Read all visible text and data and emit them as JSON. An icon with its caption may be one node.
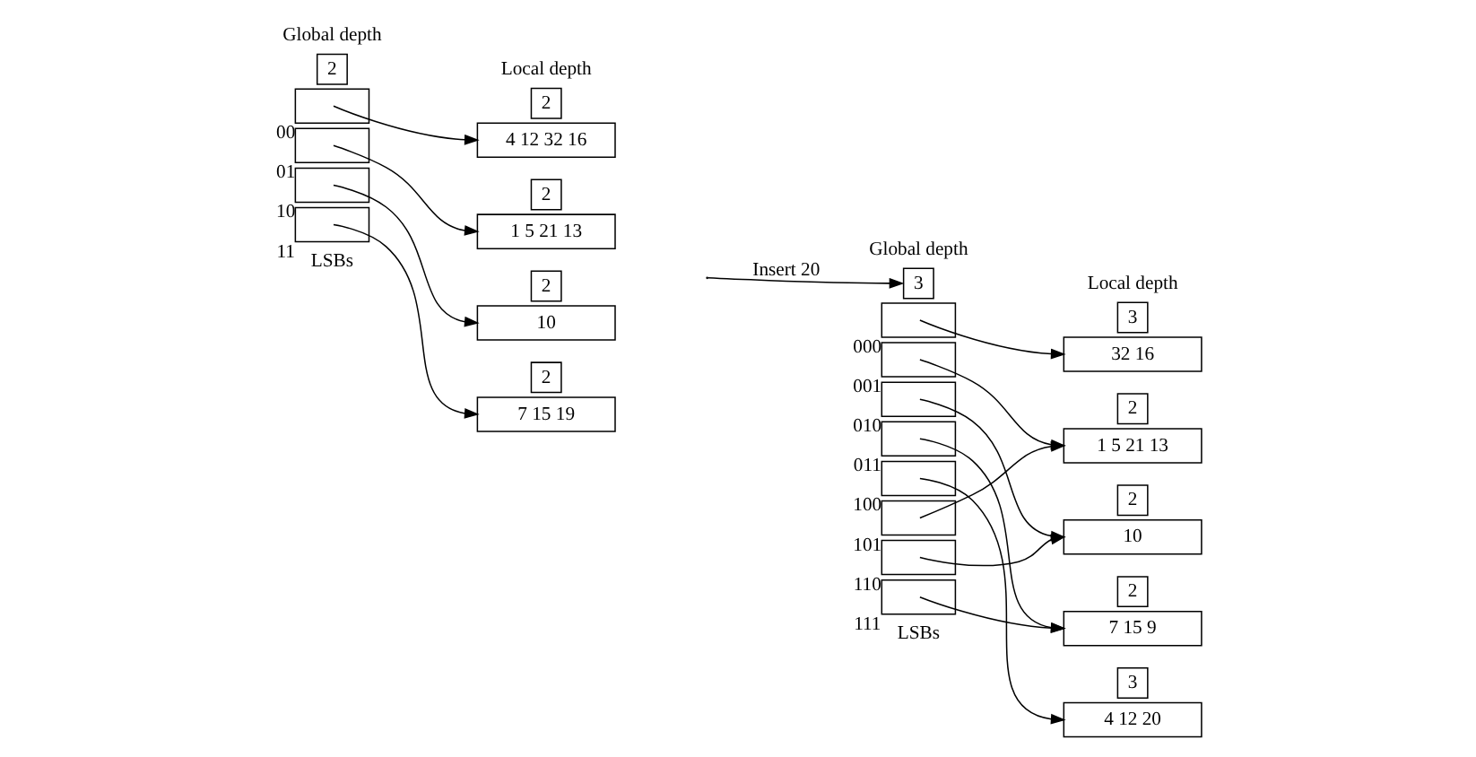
{
  "diagram": {
    "nodes": [
      {
        "text": [
          "2"
        ]
      },
      {
        "text": [],
        "shape": "box",
        "beside": [
          "00"
        ]
      },
      {
        "text": [],
        "shape": "box",
        "beside": [
          "01"
        ]
      },
      {
        "text": [],
        "shape": "box",
        "beside": [
          "10"
        ]
      },
      {
        "text": [],
        "shape": "box",
        "beside": [
          "11"
        ]
      },
      {
        "text": [
          "2"
        ]
      },
      {
        "text": [
          "4 12 32 16"
        ]
      },
      {
        "text": [
          "2"
        ]
      },
      {
        "text": [
          "1 5 21 13"
        ]
      },
      {
        "text": [
          "2"
        ]
      },
      {
        "text": [
          "10"
        ]
      },
      {
        "text": [
          "2"
        ]
      },
      {
        "text": [
          "7 15 19"
        ]
      },
      {
        "text": [
          "3"
        ]
      },
      {
        "text": [],
        "shape": "box",
        "beside": [
          "000"
        ]
      },
      {
        "text": [],
        "shape": "box",
        "beside": [
          "001"
        ]
      },
      {
        "text": [],
        "shape": "box",
        "beside": [
          "010"
        ]
      },
      {
        "text": [],
        "shape": "box",
        "beside": [
          "011"
        ]
      },
      {
        "text": [],
        "shape": "box",
        "beside": [
          "100"
        ]
      },
      {
        "text": [],
        "shape": "box",
        "beside": [
          "101"
        ]
      },
      {
        "text": [],
        "shape": "box",
        "beside": [
          "110"
        ]
      },
      {
        "text": [],
        "shape": "box",
        "beside": [
          "111"
        ]
      },
      {
        "text": [
          "3"
        ]
      },
      {
        "text": [
          "32 16"
        ]
      },
      {
        "text": [
          "2"
        ]
      },
      {
        "text": [
          "1 5 21 13"
        ]
      },
      {
        "text": [
          "2"
        ]
      },
      {
        "text": [
          "10"
        ]
      },
      {
        "text": [
          "2"
        ]
      },
      {
        "text": [
          "7 15 9"
        ]
      },
      {
        "text": [
          "3"
        ]
      },
      {
        "text": [
          "4 12 20"
        ]
      }
    ],
    "edges": [
      {
        "from": 1,
        "to": 6,
        "arrow": "to"
      },
      {
        "from": 2,
        "to": 8,
        "arrow": "to"
      },
      {
        "from": 3,
        "to": 10,
        "arrow": "to"
      },
      {
        "from": 4,
        "to": 12,
        "arrow": "to"
      },
      {
        "from": null,
        "to": 13,
        "arrow": "to",
        "label": "Insert 20"
      },
      {
        "from": 14,
        "to": 23,
        "arrow": "to"
      },
      {
        "from": 15,
        "to": 25,
        "arrow": "to"
      },
      {
        "from": 16,
        "to": 27,
        "arrow": "to"
      },
      {
        "from": 17,
        "to": 29,
        "arrow": "to"
      },
      {
        "from": 18,
        "to": 31,
        "arrow": "to"
      },
      {
        "from": 19,
        "to": 25,
        "arrow": "to"
      },
      {
        "from": 20,
        "to": 27,
        "arrow": "to"
      },
      {
        "from": 21,
        "to": 29,
        "arrow": "to"
      }
    ],
    "labels": [
      "Local depth",
      "Global depth",
      "LSBs",
      "Local depth",
      "Global depth",
      "LSBs"
    ]
  }
}
